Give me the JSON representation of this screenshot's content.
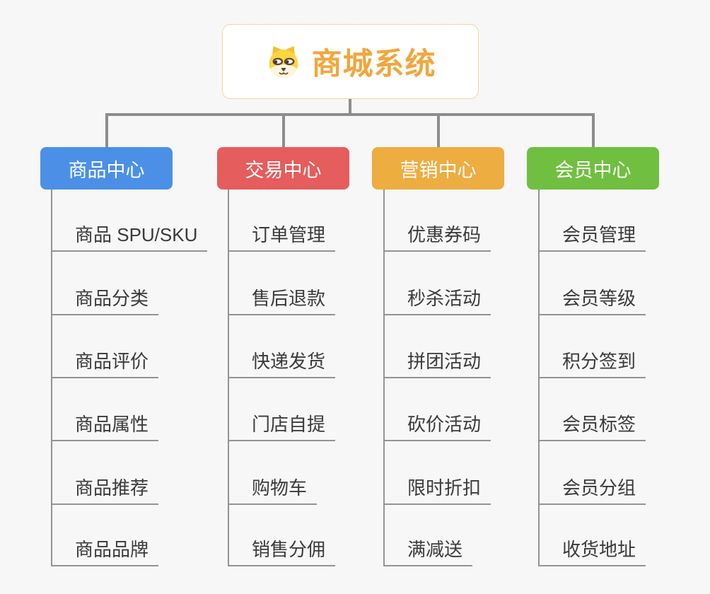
{
  "root": {
    "title": "商城系统",
    "icon": "dog-face-icon"
  },
  "branches": [
    {
      "label": "商品中心",
      "color": "#4b90e6",
      "items": [
        "商品 SPU/SKU",
        "商品分类",
        "商品评价",
        "商品属性",
        "商品推荐",
        "商品品牌"
      ]
    },
    {
      "label": "交易中心",
      "color": "#e55d5c",
      "items": [
        "订单管理",
        "售后退款",
        "快递发货",
        "门店自提",
        "购物车",
        "销售分佣"
      ]
    },
    {
      "label": "营销中心",
      "color": "#edad41",
      "items": [
        "优惠券码",
        "秒杀活动",
        "拼团活动",
        "砍价活动",
        "限时折扣",
        "满减送"
      ]
    },
    {
      "label": "会员中心",
      "color": "#70bf40",
      "items": [
        "会员管理",
        "会员等级",
        "积分签到",
        "会员标签",
        "会员分组",
        "收货地址"
      ]
    }
  ],
  "colors": {
    "background": "#f7f7f7",
    "connector": "#8d8d8d",
    "leaf_line": "#939393",
    "root_accent": "#f0a73e",
    "root_border": "#eca849",
    "leaf_text": "#3a3a3a"
  }
}
